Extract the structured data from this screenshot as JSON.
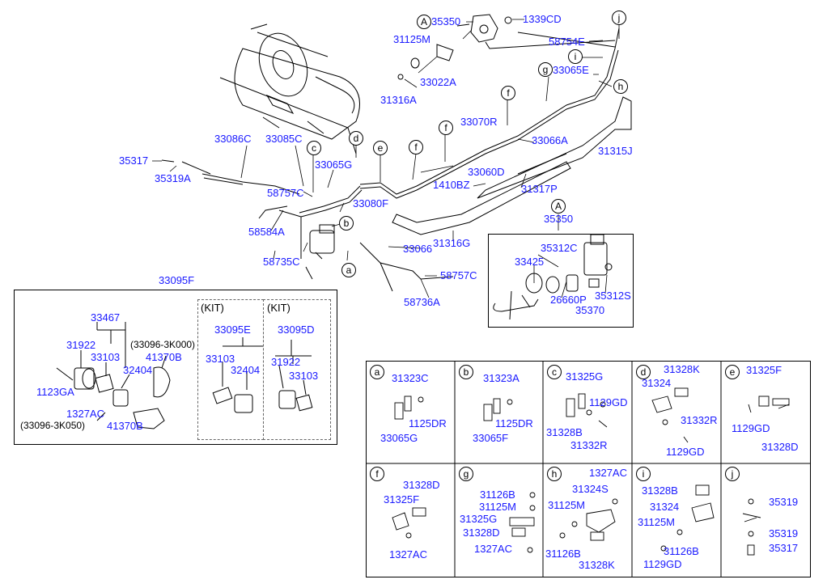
{
  "colors": {
    "label": "#1a1aff",
    "line": "#000000",
    "frame": "#000000"
  },
  "main": {
    "labels": {
      "p35350_top": "35350",
      "p1339CD": "1339CD",
      "p31125M_top": "31125M",
      "p58754E": "58754E",
      "p33022A": "33022A",
      "p31316A": "31316A",
      "p33065E": "33065E",
      "p33070R": "33070R",
      "p33086C": "33086C",
      "p33085C": "33085C",
      "p33066A": "33066A",
      "p31315J": "31315J",
      "p35317": "35317",
      "p35319A": "35319A",
      "p33065G": "33065G",
      "p33060D": "33060D",
      "p58757C_a": "58757C",
      "p1410BZ": "1410BZ",
      "p31317P": "31317P",
      "p33080F": "33080F",
      "p35350_kit": "35350",
      "p58584A": "58584A",
      "p31316G": "31316G",
      "p33066": "33066",
      "p35312C": "35312C",
      "p58735C": "58735C",
      "p33425": "33425",
      "p58757C_b": "58757C",
      "p58736A": "58736A",
      "p26660P": "26660P",
      "p35312S": "35312S",
      "p35370": "35370"
    },
    "callouts": {
      "A_top": "A",
      "j": "j",
      "i": "i",
      "g": "g",
      "h": "h",
      "f1": "f",
      "f2": "f",
      "f3": "f",
      "d": "d",
      "c": "c",
      "e": "e",
      "b": "b",
      "a": "a",
      "A_box": "A"
    }
  },
  "kit_box": {
    "title": "33095F",
    "labels": {
      "p33467": "33467",
      "p31922": "31922",
      "p33103": "33103",
      "p32404": "32404",
      "p33096_3K000": "(33096-3K000)",
      "p41370B": "41370B",
      "p1123GA": "1123GA",
      "p1327AC": "1327AC",
      "p33096_3K050": "(33096-3K050)",
      "p41370B_b": "41370B"
    },
    "kit1": {
      "tag": "(KIT)",
      "title": "33095E",
      "p33103": "33103",
      "p32404": "32404"
    },
    "kit2": {
      "tag": "(KIT)",
      "title": "33095D",
      "p31922": "31922",
      "p33103": "33103"
    }
  },
  "detail_grid": {
    "cells": [
      {
        "letter": "a",
        "parts": [
          "31323C",
          "1125DR",
          "33065G"
        ]
      },
      {
        "letter": "b",
        "parts": [
          "31323A",
          "1125DR",
          "33065F"
        ]
      },
      {
        "letter": "c",
        "parts": [
          "31325G",
          "1129GD",
          "31328B",
          "31332R"
        ]
      },
      {
        "letter": "d",
        "parts": [
          "31328K",
          "31324",
          "31332R",
          "1129GD"
        ]
      },
      {
        "letter": "e",
        "parts": [
          "31325F",
          "1129GD",
          "31328D"
        ]
      },
      {
        "letter": "f",
        "parts": [
          "31328D",
          "31325F",
          "1327AC"
        ]
      },
      {
        "letter": "g",
        "parts": [
          "31126B",
          "31125M",
          "31325G",
          "31328D",
          "1327AC"
        ]
      },
      {
        "letter": "h",
        "parts": [
          "1327AC",
          "31324S",
          "31125M",
          "31126B",
          "31328K"
        ]
      },
      {
        "letter": "i",
        "parts": [
          "31328B",
          "31324",
          "31125M",
          "31126B",
          "1129GD"
        ]
      },
      {
        "letter": "j",
        "parts": [
          "35319",
          "35319",
          "35317"
        ]
      }
    ]
  }
}
